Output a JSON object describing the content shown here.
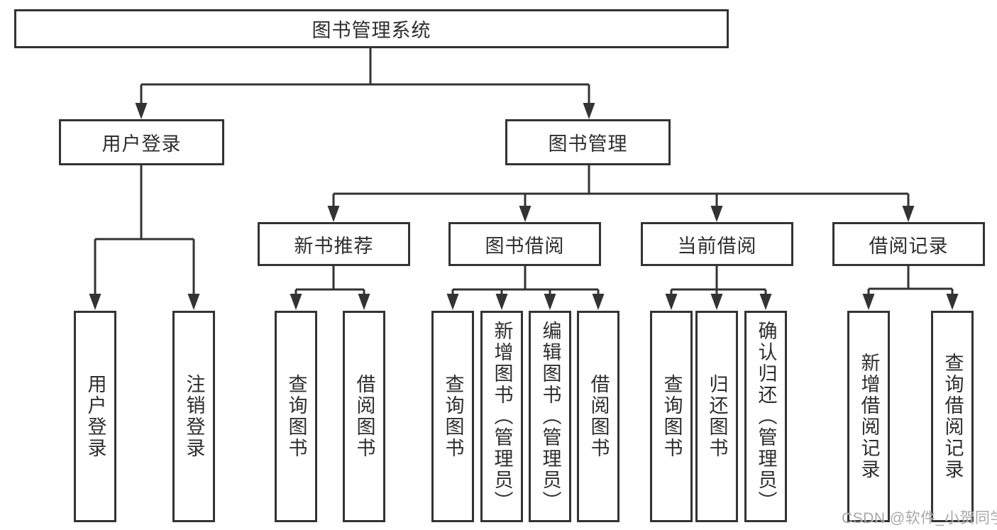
{
  "tree": {
    "root": "图书管理系统",
    "level2": [
      {
        "label": "用户登录",
        "children": [
          "用户登录",
          "注销登录"
        ]
      },
      {
        "label": "图书管理",
        "children": [
          {
            "label": "新书推荐",
            "children": [
              "查询图书",
              "借阅图书"
            ]
          },
          {
            "label": "图书借阅",
            "children": [
              "查询图书",
              "新增图书（管理员）",
              "编辑图书（管理员）",
              "借阅图书"
            ]
          },
          {
            "label": "当前借阅",
            "children": [
              "查询图书",
              "归还图书",
              "确认归还（管理员）"
            ]
          },
          {
            "label": "借阅记录",
            "children": [
              "新增借阅记录",
              "查询借阅记录"
            ]
          }
        ]
      }
    ]
  },
  "watermark": "CSDN @软件_小贺同学",
  "colors": {
    "line": "#333333",
    "text": "#2e2e2e",
    "bg": "#ffffff",
    "watermark": "#9a9a9a"
  }
}
